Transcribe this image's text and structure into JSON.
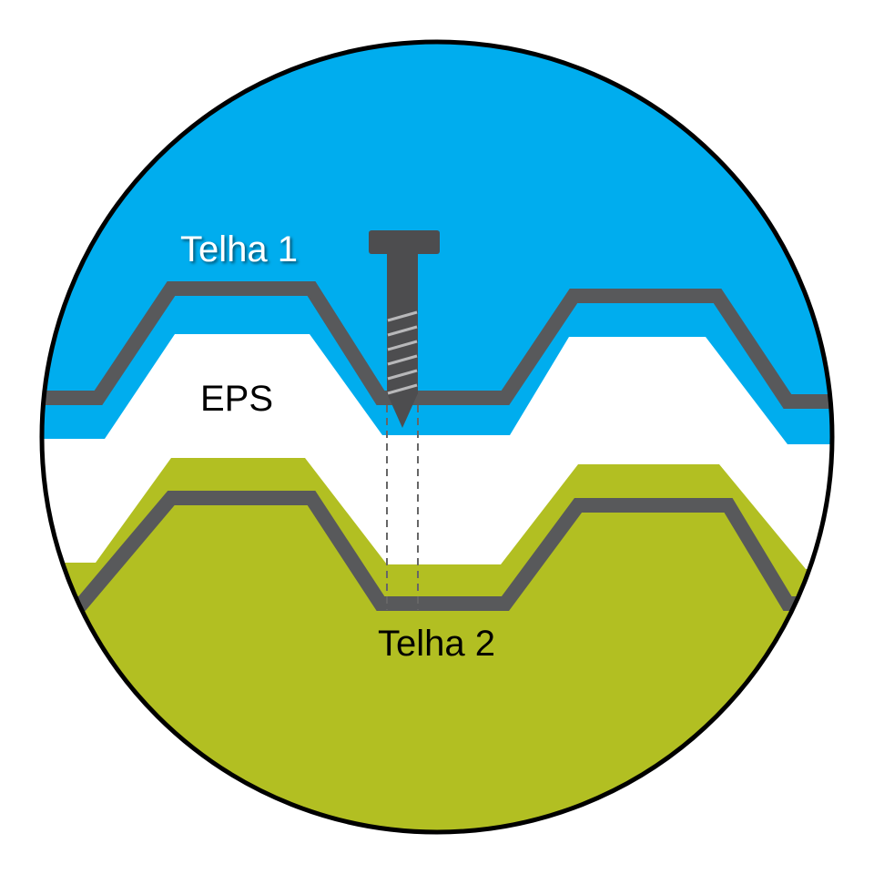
{
  "labels": {
    "top_tile": "Telha 1",
    "core": "EPS",
    "bottom_tile": "Telha 2"
  },
  "colors": {
    "top_tile_fill": "#00adee",
    "core_fill": "#ffffff",
    "bottom_tile_fill": "#b2bf22",
    "profile_line": "#58595b",
    "screw": "#4d4d4f",
    "outline": "#000000",
    "top_label_text": "#ffffff",
    "label_text": "#000000"
  },
  "icons": {
    "fastener": "screw-icon"
  }
}
